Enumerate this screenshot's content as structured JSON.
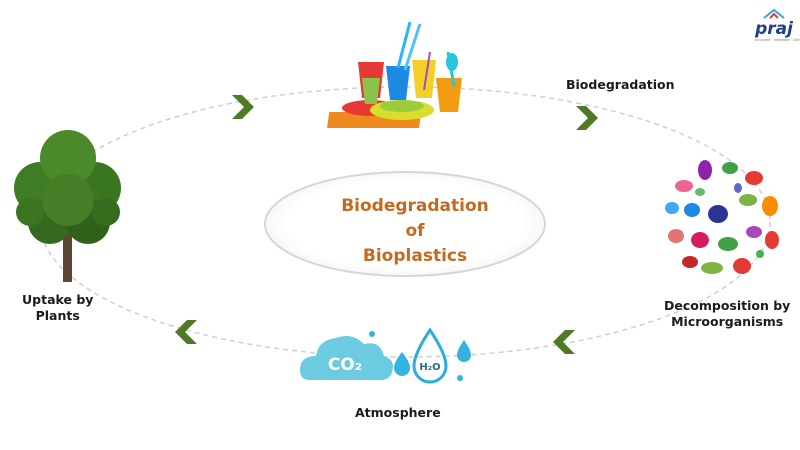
{
  "center": {
    "lines": [
      "Biodegradation",
      "of",
      "Bioplastics"
    ]
  },
  "labels": {
    "biodegradation": [
      "Biodegradation"
    ],
    "decomposition": [
      "Decomposition by",
      "Microorganisms"
    ],
    "atmosphere": [
      "Atmosphere"
    ],
    "uptake": [
      "Uptake by",
      "Plants"
    ]
  },
  "logo": {
    "word": "praj",
    "tagline": "Innovate · Integrate · Deliver"
  },
  "molecules": {
    "co2": "CO₂",
    "h2o": "H₂O"
  },
  "colors": {
    "title": "#c46a1f",
    "arrow": "#4f7a25",
    "cycle": "#c8c8c8",
    "cloud": "#64c6de",
    "water": "#35b3e0",
    "logo": "#1e3f8a"
  },
  "icons": [
    "plastic-tableware-icon",
    "microorganisms-icon",
    "co2-cloud-icon",
    "water-drops-icon",
    "tree-icon"
  ]
}
